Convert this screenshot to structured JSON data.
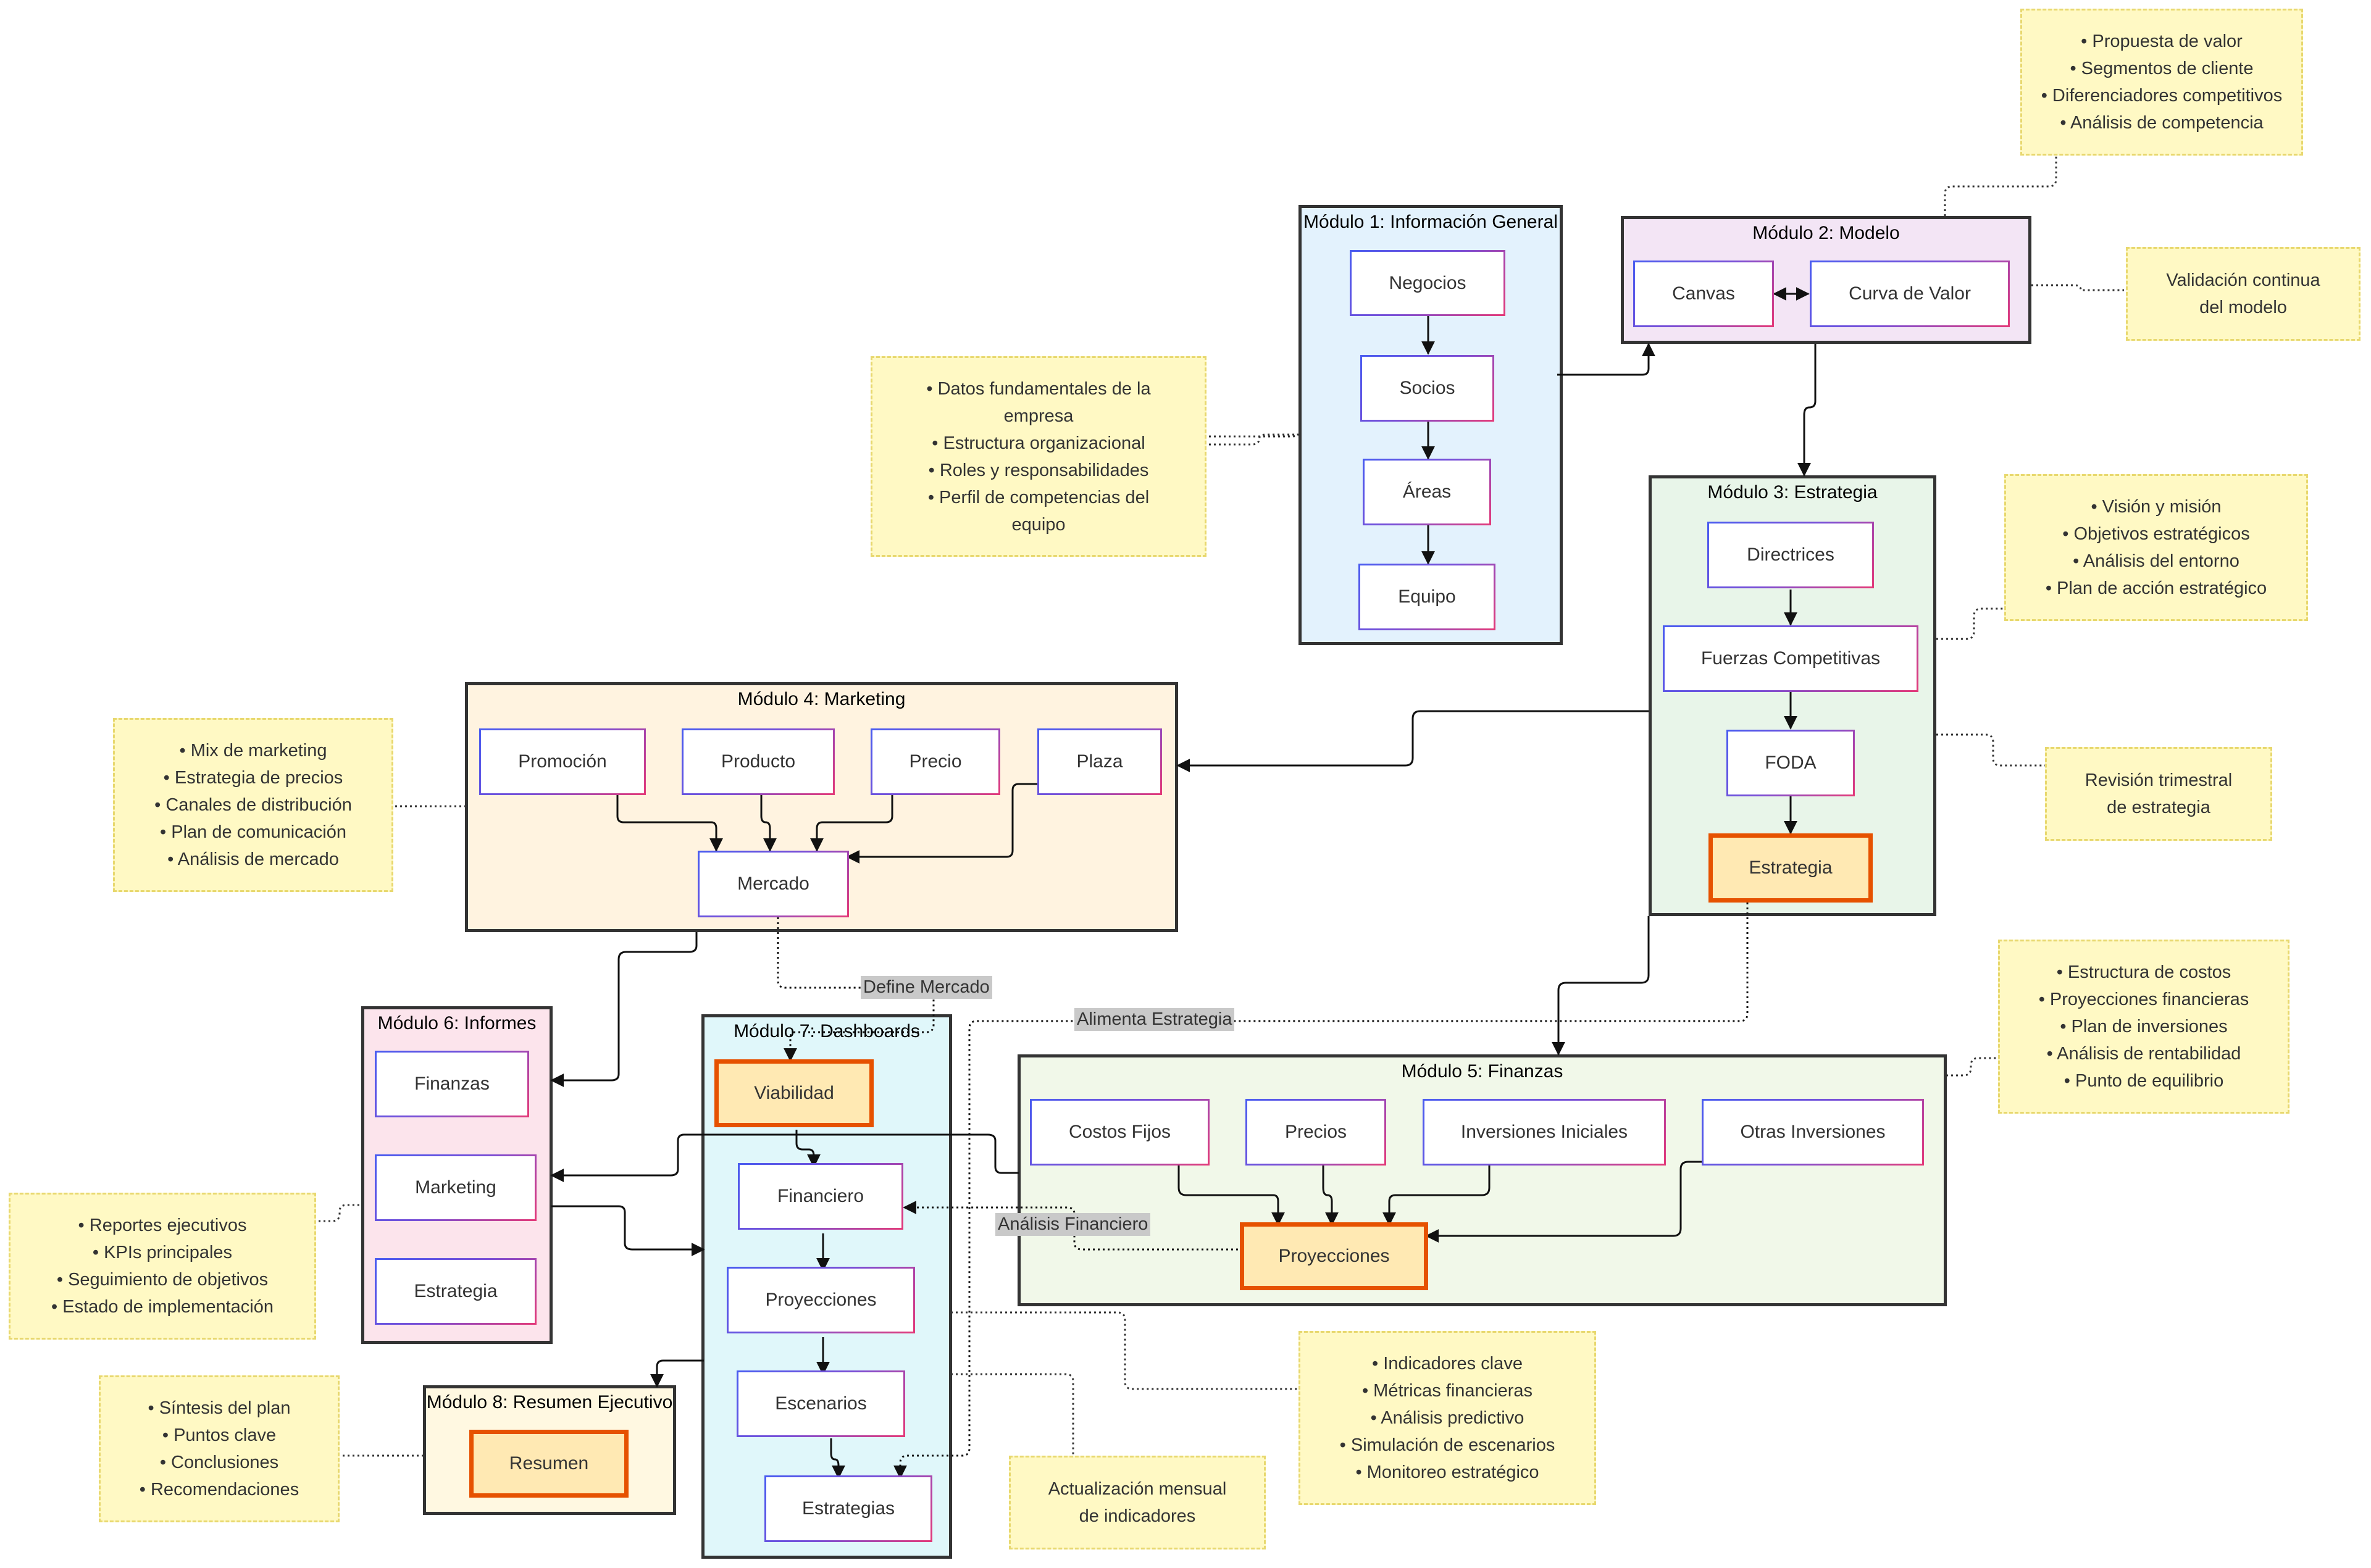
{
  "modules": {
    "m1": "Módulo 1: Información General",
    "m2": "Módulo 2: Modelo",
    "m3": "Módulo 3: Estrategia",
    "m4": "Módulo 4: Marketing",
    "m5": "Módulo 5: Finanzas",
    "m6": "Módulo 6: Informes",
    "m7": "Módulo 7: Dashboards",
    "m8": "Módulo 8: Resumen Ejecutivo"
  },
  "nodes": {
    "negocios": "Negocios",
    "socios": "Socios",
    "areas": "Áreas",
    "equipo": "Equipo",
    "canvas": "Canvas",
    "curva_valor": "Curva de Valor",
    "directrices": "Directrices",
    "fuerzas": "Fuerzas Competitivas",
    "foda": "FODA",
    "estrategia": "Estrategia",
    "promocion": "Promoción",
    "producto": "Producto",
    "precio": "Precio",
    "plaza": "Plaza",
    "mercado": "Mercado",
    "costos_fijos": "Costos Fijos",
    "precios": "Precios",
    "inversiones_iniciales": "Inversiones Iniciales",
    "otras_inversiones": "Otras Inversiones",
    "proyecciones_fin": "Proyecciones",
    "finanzas": "Finanzas",
    "marketing": "Marketing",
    "estrategia_inf": "Estrategia",
    "viabilidad": "Viabilidad",
    "financiero": "Financiero",
    "proyecciones_dash": "Proyecciones",
    "escenarios": "Escenarios",
    "estrategias": "Estrategias",
    "resumen": "Resumen"
  },
  "notes": {
    "n_modelo": [
      "• Propuesta de valor",
      "• Segmentos de cliente",
      "• Diferenciadores competitivos",
      "• Análisis de competencia"
    ],
    "n_validacion": [
      "Validación continua",
      "del modelo"
    ],
    "n_info": [
      "• Datos fundamentales de la",
      "empresa",
      "• Estructura organizacional",
      "• Roles y responsabilidades",
      "• Perfil de competencias del",
      "equipo"
    ],
    "n_estrategia": [
      "• Visión y misión",
      "• Objetivos estratégicos",
      "• Análisis del entorno",
      "• Plan de acción estratégico"
    ],
    "n_revision": [
      "Revisión trimestral",
      "de estrategia"
    ],
    "n_marketing": [
      "• Mix de marketing",
      "• Estrategia de precios",
      "• Canales de distribución",
      "• Plan de comunicación",
      "• Análisis de mercado"
    ],
    "n_finanzas": [
      "• Estructura de costos",
      "• Proyecciones financieras",
      "• Plan de inversiones",
      "• Análisis de rentabilidad",
      "• Punto de equilibrio"
    ],
    "n_informes": [
      "• Reportes ejecutivos",
      "• KPIs principales",
      "• Seguimiento de objetivos",
      "• Estado de implementación"
    ],
    "n_dashboards": [
      "• Indicadores clave",
      "• Métricas financieras",
      "• Análisis predictivo",
      "• Simulación de escenarios",
      "• Monitoreo estratégico"
    ],
    "n_resumen": [
      "• Síntesis del plan",
      "• Puntos clave",
      "• Conclusiones",
      "• Recomendaciones"
    ],
    "n_actualizacion": [
      "Actualización mensual",
      "de indicadores"
    ]
  },
  "edge_labels": {
    "define_mercado": "Define Mercado",
    "alimenta_estrategia": "Alimenta Estrategia",
    "analisis_financiero": "Análisis Financiero"
  },
  "colors": {
    "m1_fill": "#e3f2fd",
    "m2_fill": "#f3e5f5",
    "m3_fill": "#e8f5e9",
    "m4_fill": "#fff3e0",
    "m5_fill": "#f1f8e9",
    "m6_fill": "#fce4ec",
    "m7_fill": "#e0f7fa",
    "m8_fill": "#fff8e1",
    "note_fill": "#fff9c4",
    "key_node_fill": "#ffe9b3",
    "key_node_border": "#e65100",
    "edge": "#333333"
  }
}
